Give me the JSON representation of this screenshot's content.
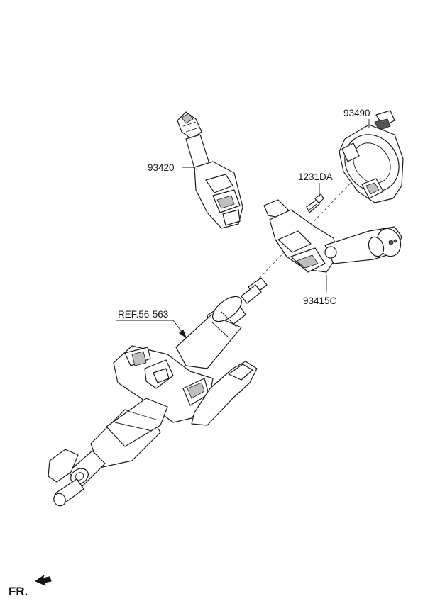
{
  "labels": {
    "wiper_switch": "93420",
    "clock_spring": "93490",
    "bolt": "1231DA",
    "multifunction_switch": "93415C",
    "column_ref": "REF.56-563",
    "front_indicator": "FR."
  }
}
